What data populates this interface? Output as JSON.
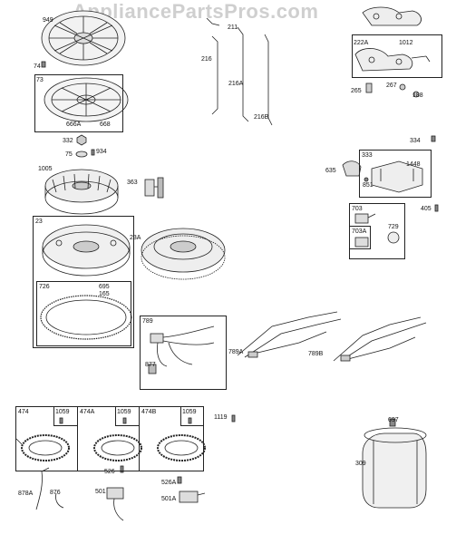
{
  "watermark": "AppliancePartsPros.com",
  "labels": {
    "p949": "949",
    "p74": "74",
    "p73": "73",
    "p666a": "666A",
    "p668": "668",
    "p211": "211",
    "p216": "216",
    "p216a": "216A",
    "p216b": "216B",
    "p222a": "222A",
    "p1012": "1012",
    "p265": "265",
    "p267": "267",
    "p188": "188",
    "p332": "332",
    "p75": "75",
    "p934": "934",
    "p1005": "1005",
    "p363": "363",
    "p334": "334",
    "p635": "635",
    "p333": "333",
    "p851": "851",
    "p1448": "1448",
    "p405": "405",
    "p703": "703",
    "p703a": "703A",
    "p729": "729",
    "p23": "23",
    "p23a": "23A",
    "p726": "726",
    "p695": "695",
    "p165": "165",
    "p789": "789",
    "p877": "877",
    "p789a": "789A",
    "p789b": "789B",
    "p474": "474",
    "p474a": "474A",
    "p474b": "474B",
    "p1059a": "1059",
    "p1059b": "1059",
    "p1059c": "1059",
    "p1119": "1119",
    "p697": "697",
    "p309": "309",
    "p526": "526",
    "p526a": "526A",
    "p501": "501",
    "p501a": "501A",
    "p878a": "878A",
    "p876": "876"
  }
}
